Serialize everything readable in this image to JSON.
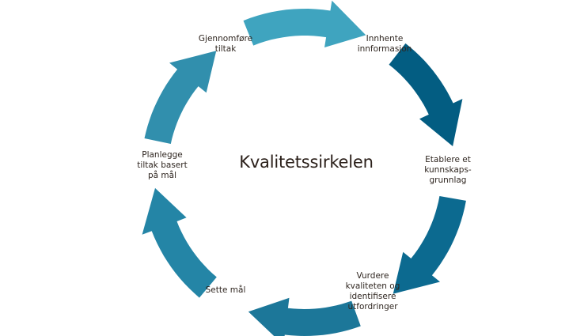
{
  "diagram": {
    "title": "Kvalitetssirkelen",
    "steps": [
      {
        "id": "innhente",
        "lines": [
          "Innhente",
          "innformasjon"
        ]
      },
      {
        "id": "etablere",
        "lines": [
          "Etablere et",
          "kunnskaps-",
          "grunnlag"
        ]
      },
      {
        "id": "vurdere",
        "lines": [
          "Vurdere",
          "kvaliteten og",
          "identifisere",
          "utfordringer"
        ]
      },
      {
        "id": "sette",
        "lines": [
          "Sette mål"
        ]
      },
      {
        "id": "planlegge",
        "lines": [
          "Planlegge",
          "tiltak basert",
          "på mål"
        ]
      },
      {
        "id": "gjennomfore",
        "lines": [
          "Gjennomføre",
          "tiltak"
        ]
      }
    ],
    "arrows": [
      {
        "from": "gjennomfore",
        "to": "innhente",
        "color": "#3fa4bf"
      },
      {
        "from": "innhente",
        "to": "etablere",
        "color": "#035d82"
      },
      {
        "from": "etablere",
        "to": "vurdere",
        "color": "#0c6a90"
      },
      {
        "from": "vurdere",
        "to": "sette",
        "color": "#1c7799"
      },
      {
        "from": "sette",
        "to": "planlegge",
        "color": "#2485a6"
      },
      {
        "from": "planlegge",
        "to": "gjennomfore",
        "color": "#318fad"
      }
    ]
  }
}
